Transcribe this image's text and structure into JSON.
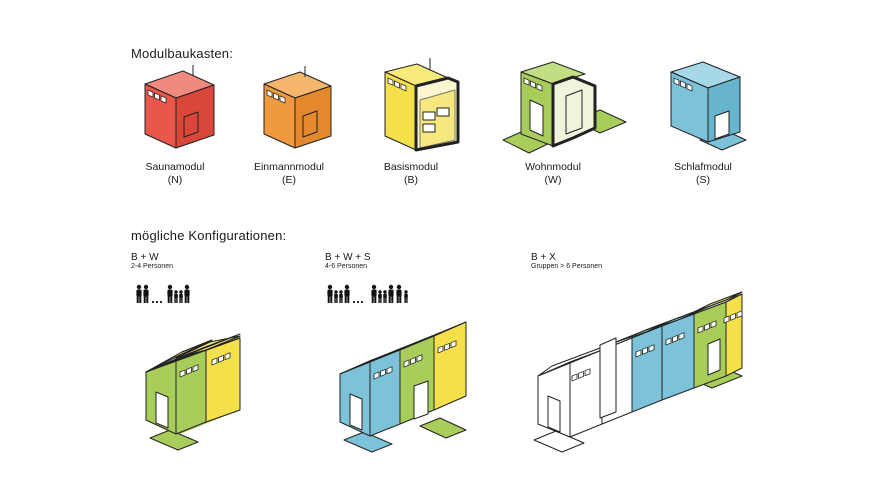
{
  "headings": {
    "modules": "Modulbaukasten:",
    "configurations": "mögliche Konfigurationen:"
  },
  "modules": [
    {
      "name": "Saunamodul",
      "code": "(N)",
      "color": "#e8574a"
    },
    {
      "name": "Einmannmodul",
      "code": "(E)",
      "color": "#ef9a3e"
    },
    {
      "name": "Basismodul",
      "code": "(B)",
      "color": "#f4e04a"
    },
    {
      "name": "Wohnmodul",
      "code": "(W)",
      "color": "#a9cd5a"
    },
    {
      "name": "Schlafmodul",
      "code": "(S)",
      "color": "#7cc3da"
    }
  ],
  "configurations": [
    {
      "title": "B + W",
      "subtitle": "2-4 Personen"
    },
    {
      "title": "B + W + S",
      "subtitle": "4-6 Personen"
    },
    {
      "title": "B + X",
      "subtitle": "Gruppen > 6 Personen"
    }
  ],
  "colors": {
    "sauna": "#e8574a",
    "einmann": "#ef9a3e",
    "basis": "#f4e04a",
    "wohn": "#a9cd5a",
    "schlaf": "#7cc3da",
    "outline": "#222222"
  }
}
